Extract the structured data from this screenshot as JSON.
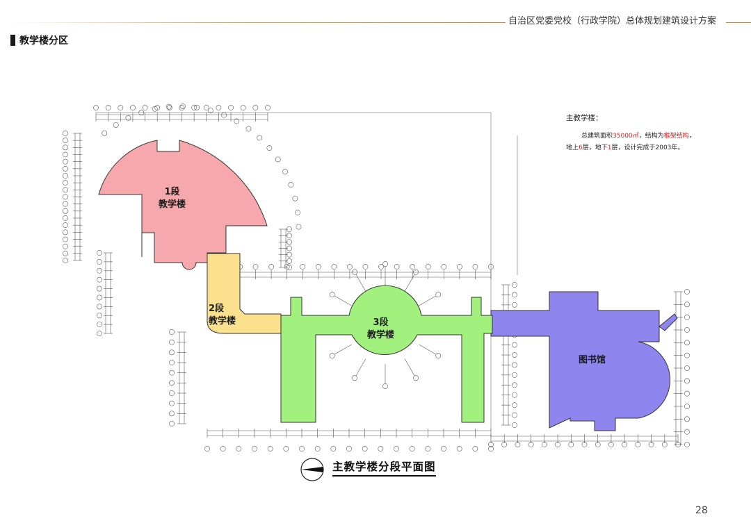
{
  "header": {
    "document_title": "自治区党委党校（行政学院）总体规划建筑设计方案"
  },
  "section": {
    "heading": "教学楼分区"
  },
  "plan": {
    "caption": "主教学楼分段平面图",
    "blocks": [
      {
        "id": "block-1",
        "line1": "1段",
        "line2": "教学楼",
        "color": "#f6a8ac"
      },
      {
        "id": "block-2",
        "line1": "2段",
        "line2": "教学楼",
        "color": "#fbe08d"
      },
      {
        "id": "block-3",
        "line1": "3段",
        "line2": "教学楼",
        "color": "#a2f07e"
      },
      {
        "id": "library",
        "line1": "图书馆",
        "color": "#8e86ee"
      }
    ],
    "outline_color": "#3a3a3a",
    "dimension_color": "#555555"
  },
  "info": {
    "title": "主教学楼：",
    "lines": {
      "p1": "总建筑面积",
      "area": "35000㎡",
      "p2": "，结构为",
      "structure": "框架结构",
      "p3": "，地上",
      "floors_above": "6",
      "p4": "层，地下",
      "floors_below": "1",
      "p5": "层，设计完成于2003年。"
    },
    "highlight_color": "#d82020"
  },
  "footer": {
    "page_number": "28"
  }
}
